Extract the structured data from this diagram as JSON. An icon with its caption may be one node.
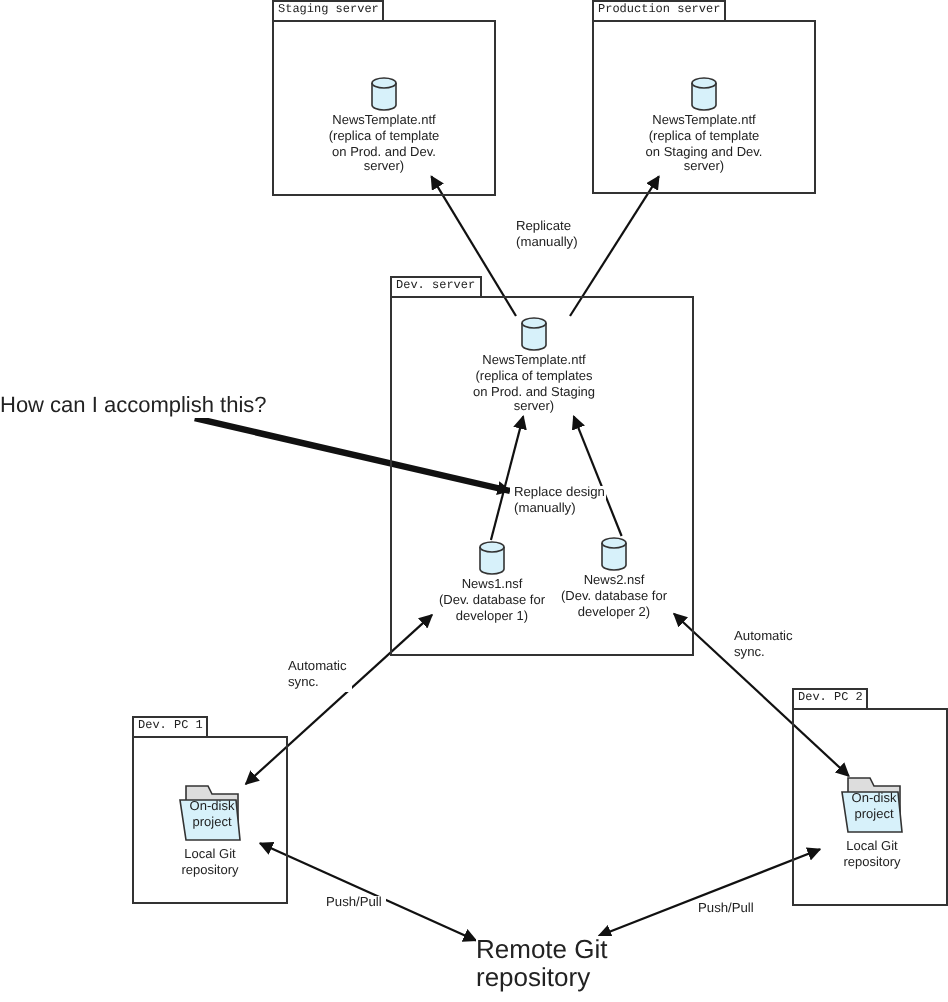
{
  "diagram": {
    "nodes": [
      {
        "text": [
          "Staging server"
        ]
      },
      {
        "text": [
          "NewsTemplate.ntf",
          "(replica of template on Prod. and Dev. server)"
        ],
        "in": 0
      },
      {
        "text": [
          "Production server"
        ]
      },
      {
        "text": [
          "NewsTemplate.ntf",
          "(replica of template on Staging and Dev. server)"
        ],
        "in": 2
      },
      {
        "text": [
          "Dev. server"
        ]
      },
      {
        "text": [
          "NewsTemplate.ntf",
          "(replica of templates on Prod. and Staging server)"
        ],
        "in": 4
      },
      {
        "text": [
          "News1.nsf",
          "(Dev. database for developer 1)"
        ],
        "in": 4
      },
      {
        "text": [
          "News2.nsf",
          "(Dev. database for developer 2)"
        ],
        "in": 4
      },
      {
        "text": [
          "How can I accomplish this?"
        ]
      },
      {
        "text": [
          "Dev. PC 1"
        ]
      },
      {
        "text": [
          "On-disk project"
        ],
        "beside": [
          "Local Git repository"
        ],
        "in": 9
      },
      {
        "text": [
          "Dev. PC 2"
        ]
      },
      {
        "text": [
          "On-disk project"
        ],
        "beside": [
          "Local Git repository"
        ],
        "in": 11
      },
      {
        "text": [
          "Remote Git repository"
        ]
      },
      {
        "text": [
          "Replace design (manually)"
        ],
        "in": 4
      }
    ],
    "edges": [
      {
        "from": 5,
        "to": 1,
        "arrow": "to"
      },
      {
        "from": 5,
        "to": 3,
        "arrow": "to",
        "label": "Replicate (manually)"
      },
      {
        "from": 8,
        "to": 14,
        "arrow": "to",
        "style": "thick"
      },
      {
        "from": 6,
        "to": 5,
        "arrow": "to"
      },
      {
        "from": 7,
        "to": 5,
        "arrow": "to"
      },
      {
        "from": 6,
        "to": 10,
        "arrow": "both",
        "label": "Automatic sync."
      },
      {
        "from": 7,
        "to": 12,
        "arrow": "both",
        "label": "Automatic sync."
      },
      {
        "from": 10,
        "to": 13,
        "arrow": "both",
        "label": "Push/Pull"
      },
      {
        "from": 12,
        "to": 13,
        "arrow": "both",
        "label": "Push/Pull"
      }
    ]
  }
}
